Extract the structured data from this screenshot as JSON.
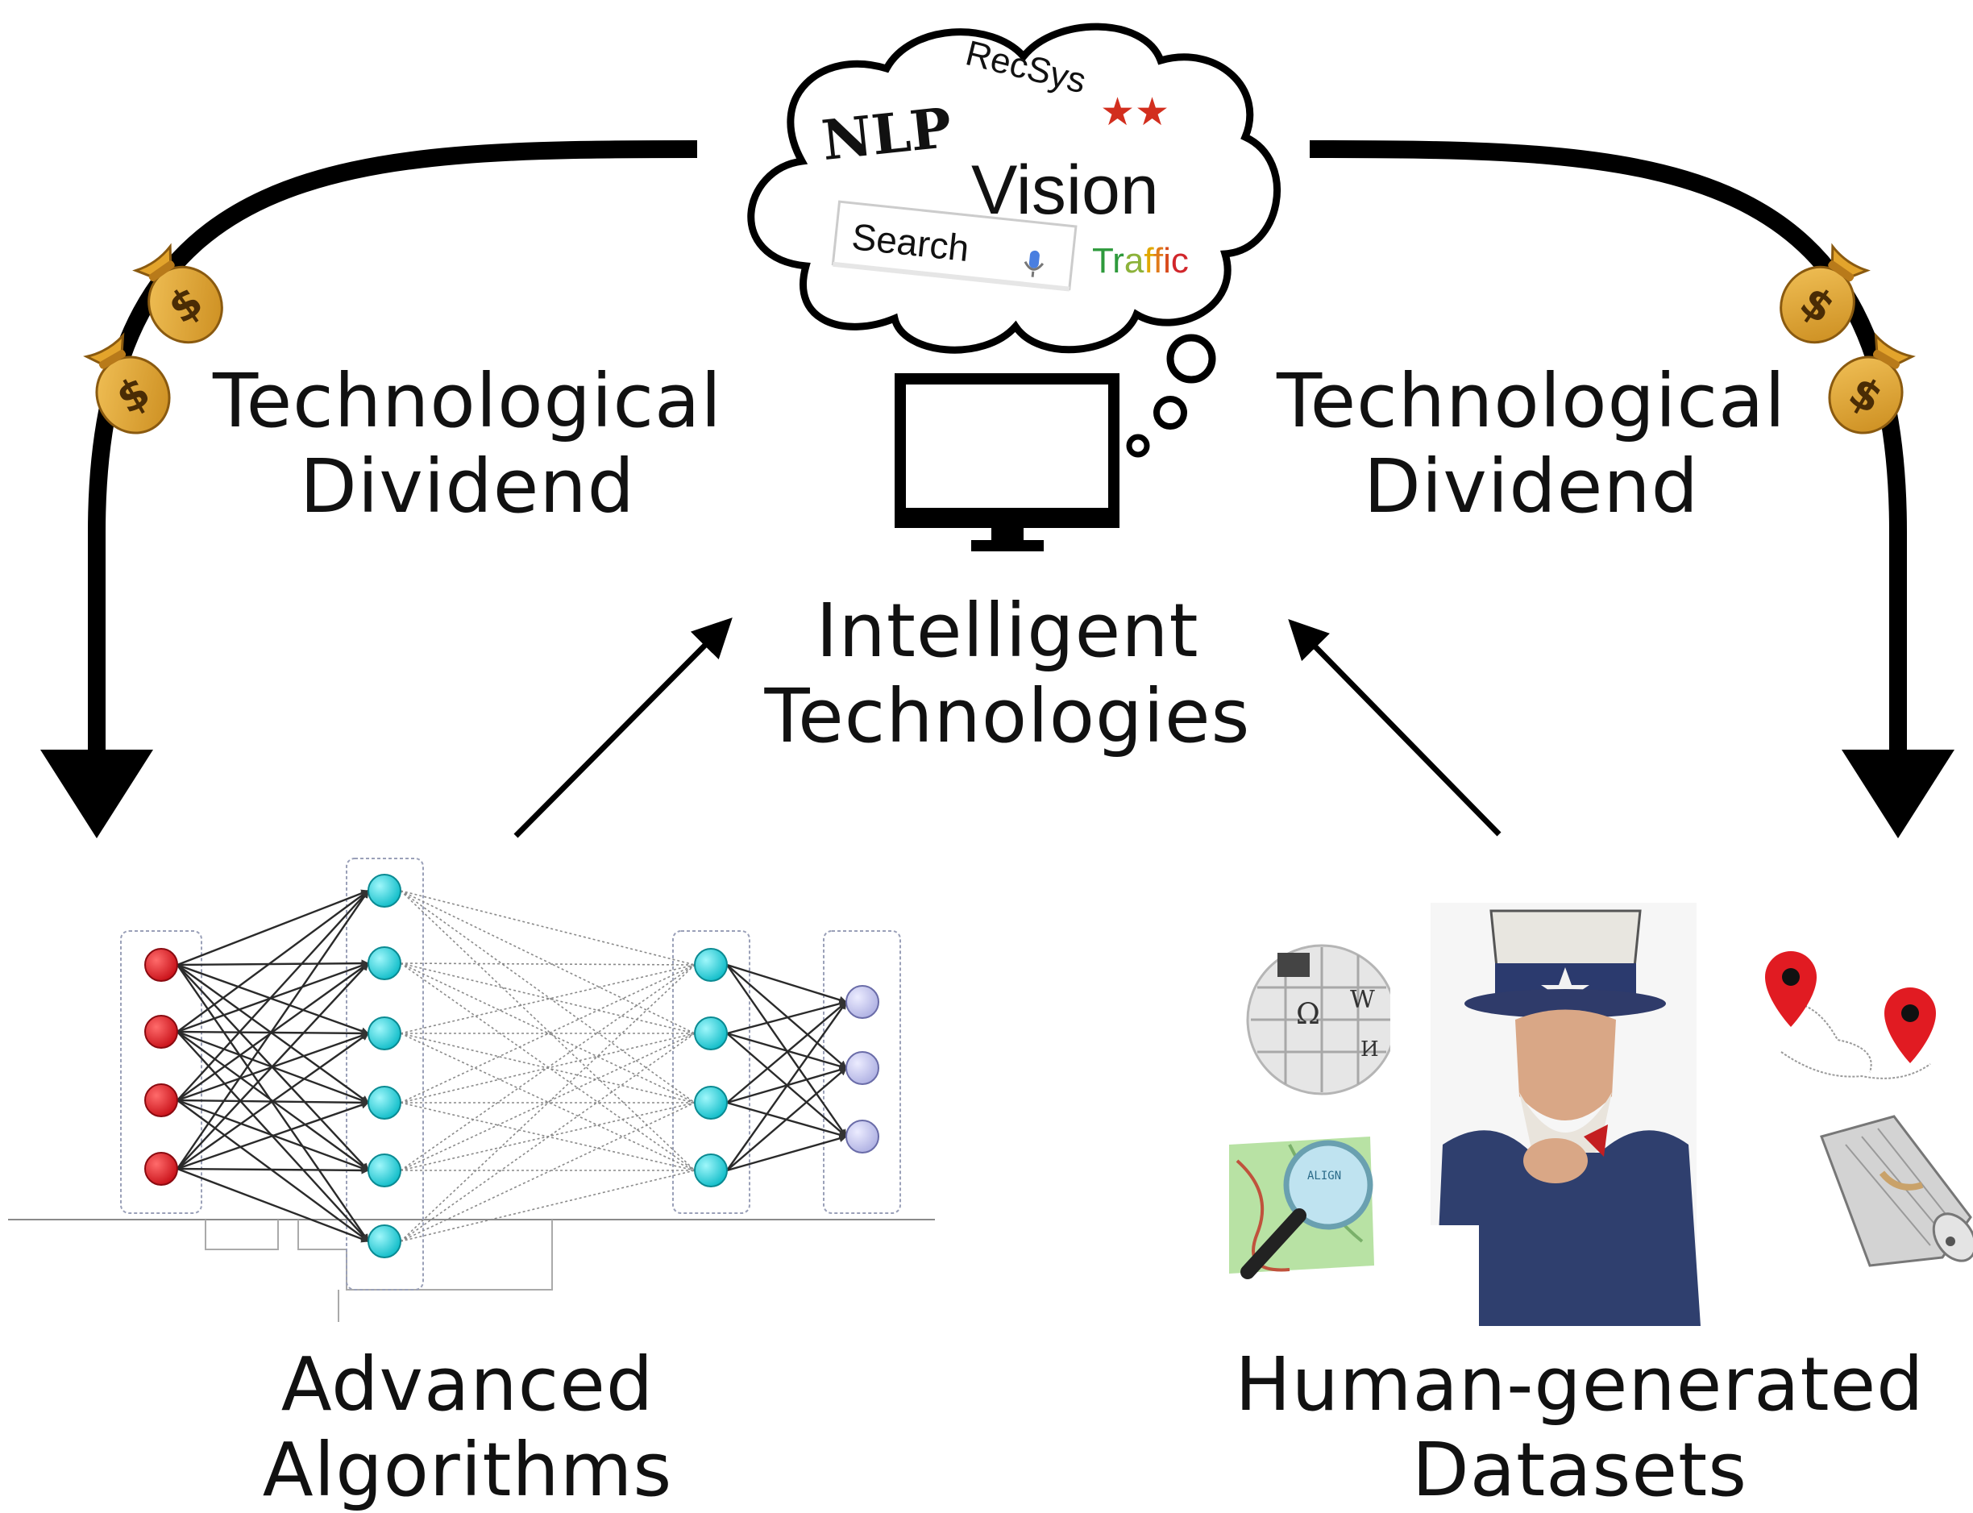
{
  "labels": {
    "dividend_left": {
      "line1": "Technological",
      "line2": "Dividend"
    },
    "dividend_right": {
      "line1": "Technological",
      "line2": "Dividend"
    },
    "intelligent": {
      "line1": "Intelligent",
      "line2": "Technologies"
    },
    "algorithms": {
      "line1": "Advanced",
      "line2": "Algorithms"
    },
    "datasets": {
      "line1": "Human-generated",
      "line2": "Datasets"
    }
  },
  "cloud": {
    "nlp": "NLP",
    "recsys": "RecSys",
    "stars": "★★",
    "vision": "Vision",
    "search": "Search",
    "traffic_letters": [
      "T",
      "r",
      "a",
      "f",
      "f",
      "i",
      "c"
    ],
    "traffic_colors": [
      "#2e9a3c",
      "#2e9a3c",
      "#8cb23a",
      "#e0a800",
      "#e07a1a",
      "#d84a1b",
      "#d1262b"
    ]
  },
  "icons": {
    "money_bag_symbol": "$",
    "wiki_glyphs": [
      "Ω",
      "W",
      "И"
    ],
    "zoom_text": "ALIGN"
  },
  "colors": {
    "input_nodes": "#e51b24",
    "hidden_nodes": "#17d6e0",
    "output_nodes": "#c8c8f0",
    "stars": "#d22e1e",
    "money_bag": "#e3a42c",
    "pin": "#e11b22"
  }
}
